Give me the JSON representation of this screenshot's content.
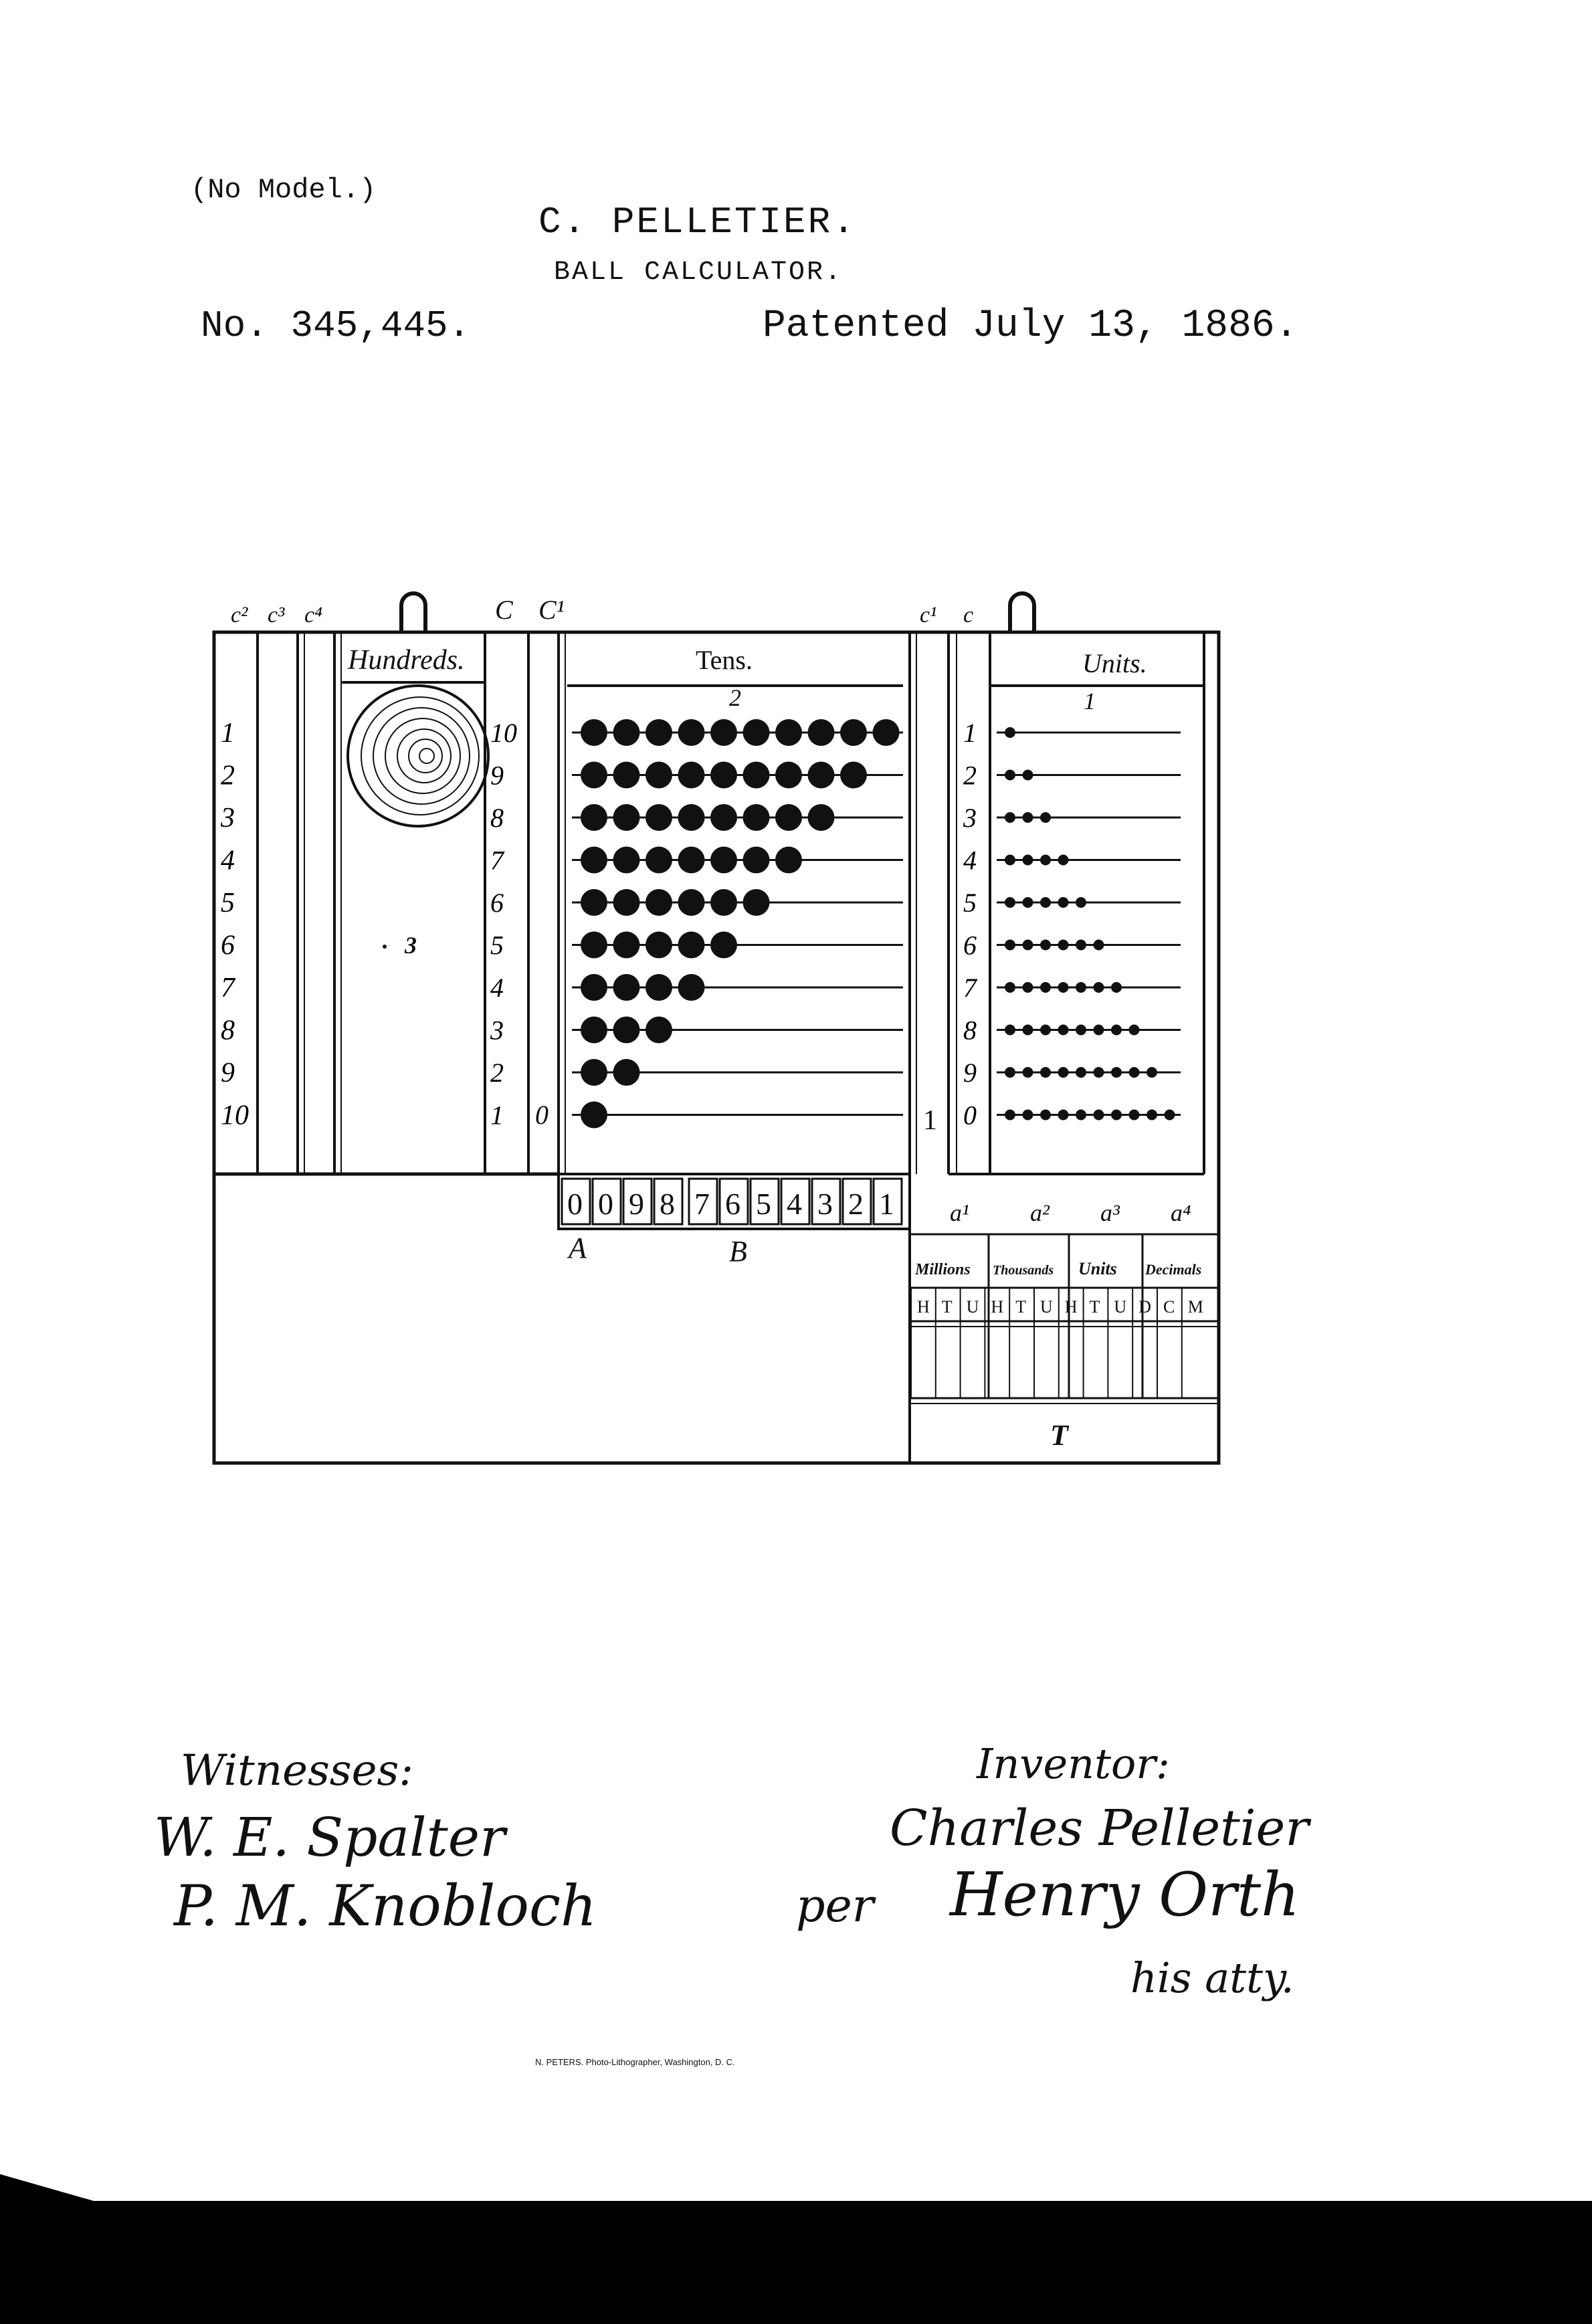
{
  "header": {
    "no_model": "(No Model.)",
    "inventor": "C. PELLETIER.",
    "title": "BALL CALCULATOR.",
    "patent_number": "No. 345,445.",
    "patent_date": "Patented July 13, 1886."
  },
  "drawing": {
    "top_refs": [
      "c²",
      "c³",
      "c⁴",
      "C",
      "C¹",
      "c¹",
      "c"
    ],
    "sections": {
      "hundreds": "Hundreds.",
      "tens": "Tens.",
      "units": "Units."
    },
    "left_numbers": [
      "1",
      "2",
      "3",
      "4",
      "5",
      "6",
      "7",
      "8",
      "9",
      "10"
    ],
    "tens_numbers": [
      "10",
      "9",
      "8",
      "7",
      "6",
      "5",
      "4",
      "3",
      "2",
      "1"
    ],
    "tens_balls": [
      10,
      9,
      8,
      7,
      6,
      5,
      4,
      3,
      2,
      1
    ],
    "units_numbers": [
      "1",
      "2",
      "3",
      "4",
      "5",
      "6",
      "7",
      "8",
      "9",
      "0"
    ],
    "units_balls": [
      1,
      2,
      3,
      4,
      5,
      6,
      7,
      8,
      9,
      10
    ],
    "small_zero_left": "0",
    "small_one_units": "1",
    "digit_tiles": [
      "0",
      "0",
      "9",
      "8",
      "7",
      "6",
      "5",
      "4",
      "3",
      "2",
      "1"
    ],
    "refs": {
      "hundreds_ref": "3",
      "tens_ref": "2",
      "units_ref": "1",
      "A": "A",
      "B": "B",
      "T": "T",
      "a1": "a¹",
      "a2": "a²",
      "a3": "a³",
      "a4": "a⁴"
    },
    "table_groups": [
      "Millions",
      "Thousands",
      "Units",
      "Decimals"
    ],
    "table_cols": [
      "H",
      "T",
      "U",
      "H",
      "T",
      "U",
      "H",
      "T",
      "U",
      "D",
      "C",
      "M"
    ]
  },
  "signatures": {
    "witnesses_label": "Witnesses:",
    "witness_1": "W. E. Spalter",
    "witness_2": "P. M. Knobloch",
    "inventor_label": "Inventor:",
    "inventor_sig": "Charles Pelletier",
    "per": "per",
    "attorney_sig": "Henry Orth",
    "his_atty": "his atty."
  },
  "footer": {
    "printer": "N. PETERS. Photo-Lithographer, Washington, D. C."
  }
}
